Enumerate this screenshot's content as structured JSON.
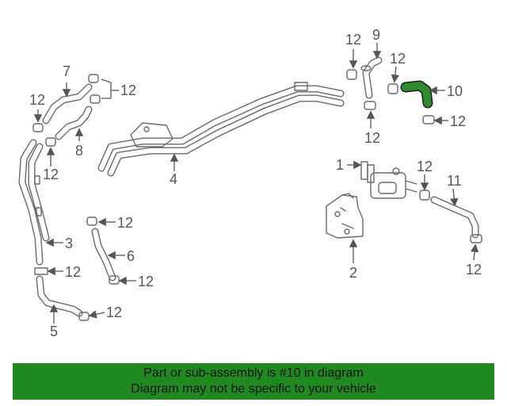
{
  "diagram": {
    "highlight_color": "#2e8b2e",
    "callouts": {
      "c1": "1",
      "c2": "2",
      "c3": "3",
      "c4": "4",
      "c5": "5",
      "c6": "6",
      "c7": "7",
      "c8": "8",
      "c9": "9",
      "c10": "10",
      "c11": "11",
      "c12": "12"
    }
  },
  "banner": {
    "line1": "Part or sub-assembly is #10 in diagram",
    "line2": "Diagram may not be specific to your vehicle",
    "background": "#1f8a1f"
  }
}
